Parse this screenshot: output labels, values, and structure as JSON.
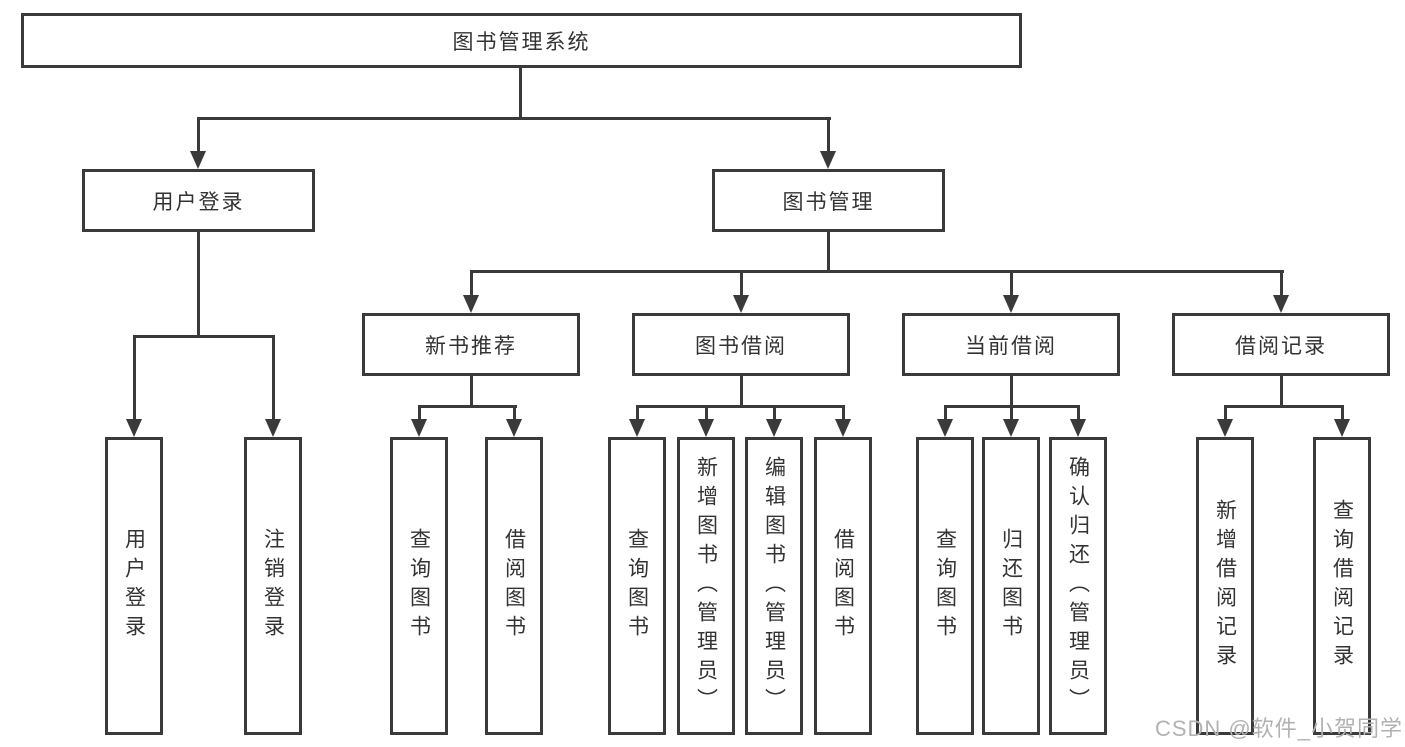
{
  "diagram": {
    "root": {
      "label": "图书管理系统",
      "children": [
        {
          "label": "用户登录",
          "children": [
            {
              "label": "用户登录"
            },
            {
              "label": "注销登录"
            }
          ]
        },
        {
          "label": "图书管理",
          "children": [
            {
              "label": "新书推荐",
              "children": [
                {
                  "label": "查询图书"
                },
                {
                  "label": "借阅图书"
                }
              ]
            },
            {
              "label": "图书借阅",
              "children": [
                {
                  "label": "查询图书"
                },
                {
                  "label": "新增图书（管理员）"
                },
                {
                  "label": "编辑图书（管理员）"
                },
                {
                  "label": "借阅图书"
                }
              ]
            },
            {
              "label": "当前借阅",
              "children": [
                {
                  "label": "查询图书"
                },
                {
                  "label": "归还图书"
                },
                {
                  "label": "确认归还（管理员）"
                }
              ]
            },
            {
              "label": "借阅记录",
              "children": [
                {
                  "label": "新增借阅记录"
                },
                {
                  "label": "查询借阅记录"
                }
              ]
            }
          ]
        }
      ]
    }
  },
  "watermark": {
    "text": "CSDN @软件_小贺同学"
  },
  "colors": {
    "line": "#3a3a3a",
    "text": "#333333",
    "background": "#ffffff",
    "watermark": "#b2b2b2"
  }
}
